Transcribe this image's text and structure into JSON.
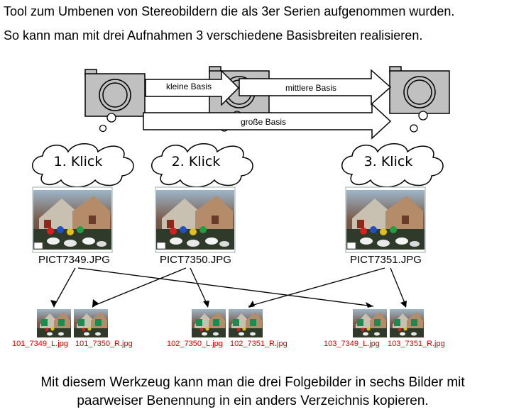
{
  "header": {
    "line1": "Tool zum Umbenen von Stereobildern die als 3er Serien aufgenommen wurden.",
    "line2": "So kann man mit drei Aufnahmen 3 verschiedene Basisbreiten realisieren."
  },
  "arrows": {
    "small": "kleine Basis",
    "medium": "mittlere Basis",
    "large": "große Basis"
  },
  "clicks": [
    "1. Klick",
    "2. Klick",
    "3. Klick"
  ],
  "source_files": [
    "PICT7349.JPG",
    "PICT7350.JPG",
    "PICT7351.JPG"
  ],
  "output_files": [
    "101_7349_L.jpg",
    "101_7350_R.jpg",
    "102_7350_L.jpg",
    "102_7351_R.jpg",
    "103_7349_L.jpg",
    "103_7351_R.jpg"
  ],
  "footer": {
    "line1": "Mit diesem Werkzeug kann man die drei Folgebilder in sechs Bilder mit",
    "line2": "paarweiser Benennung in ein anders Verzeichnis kopieren."
  },
  "colors": {
    "camera_fill": "#c0c0c0",
    "output_label": "#e00000"
  }
}
